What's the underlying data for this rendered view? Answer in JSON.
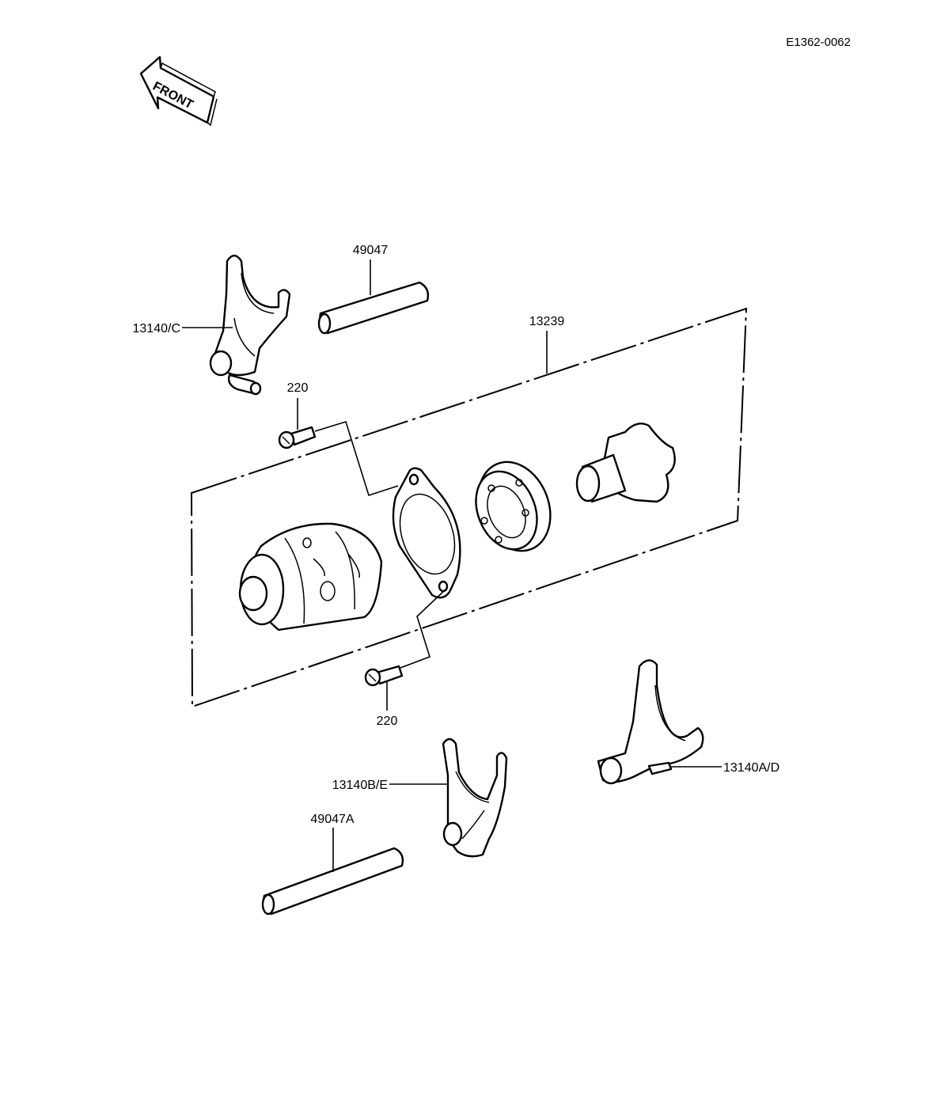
{
  "diagram_id": "E1362-0062",
  "front_badge": "FRONT",
  "labels": {
    "shaft_top": "49047",
    "fork_c": "13140/C",
    "drum_assembly": "13239",
    "screw_top": "220",
    "screw_bottom": "220",
    "fork_be": "13140B/E",
    "fork_ad": "13140A/D",
    "shaft_bottom": "49047A"
  },
  "colors": {
    "ink": "#000000",
    "paper": "#ffffff"
  }
}
